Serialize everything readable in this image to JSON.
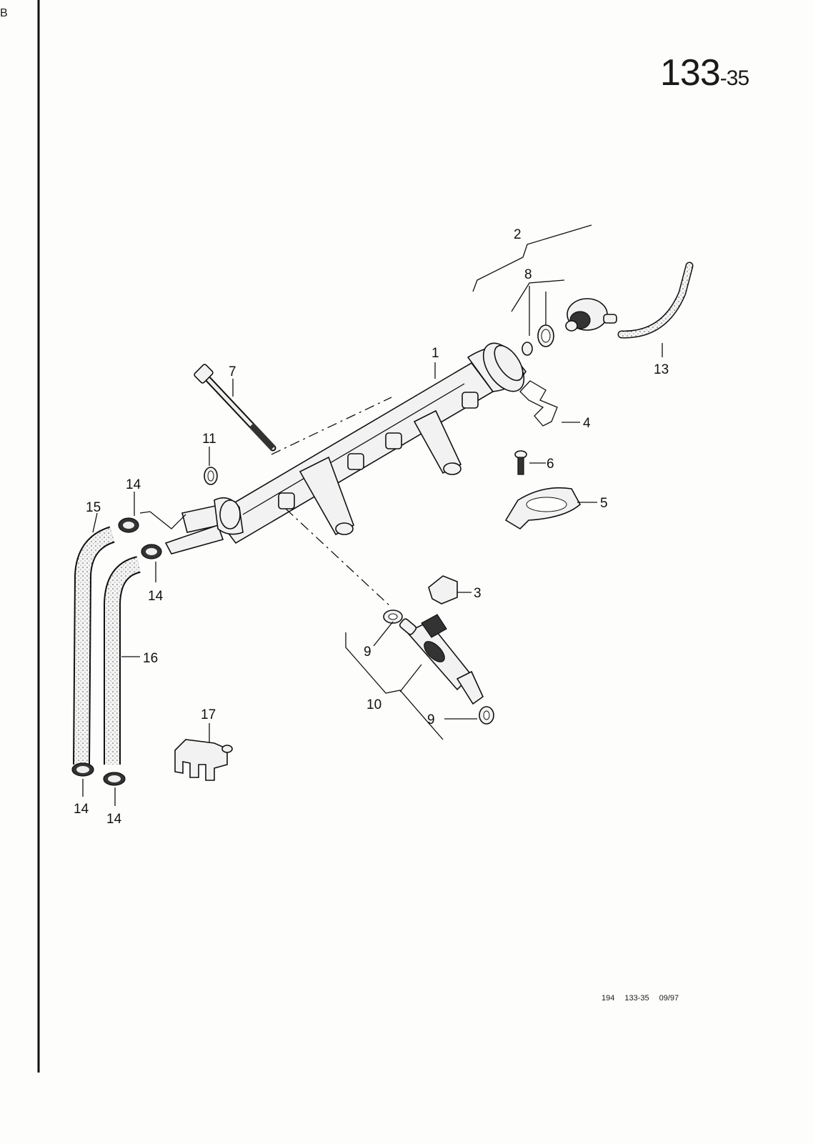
{
  "page_number": {
    "main": "133",
    "suffix": "-35"
  },
  "corner_tab": "B",
  "footer": {
    "ref": "194",
    "page": "133-35",
    "date": "09/97"
  },
  "callouts": [
    "1",
    "2",
    "3",
    "4",
    "5",
    "6",
    "7",
    "8",
    "9",
    "9",
    "10",
    "11",
    "13",
    "14",
    "14",
    "14",
    "14",
    "15",
    "16",
    "17"
  ]
}
